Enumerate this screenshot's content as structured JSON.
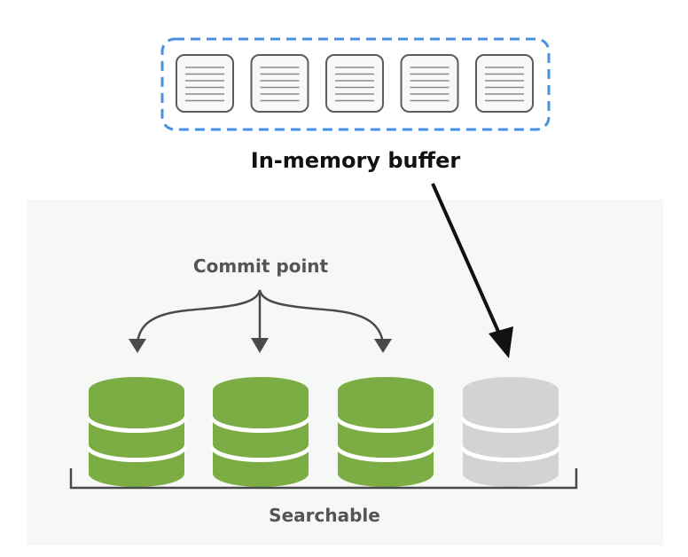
{
  "buffer": {
    "label": "In-memory buffer",
    "documents": [
      "document",
      "document",
      "document",
      "document",
      "document"
    ]
  },
  "index": {
    "commit_label": "Commit point",
    "searchable_label": "Searchable",
    "segments": [
      {
        "state": "committed",
        "color": "#7cad45"
      },
      {
        "state": "committed",
        "color": "#7cad45"
      },
      {
        "state": "committed",
        "color": "#7cad45"
      },
      {
        "state": "new",
        "color": "#d3d3d3"
      }
    ]
  },
  "colors": {
    "buffer_border": "#4a90e2",
    "panel_background": "#f6f8f5",
    "committed_segment": "#7cad45",
    "uncommitted_segment": "#d3d3d3"
  }
}
